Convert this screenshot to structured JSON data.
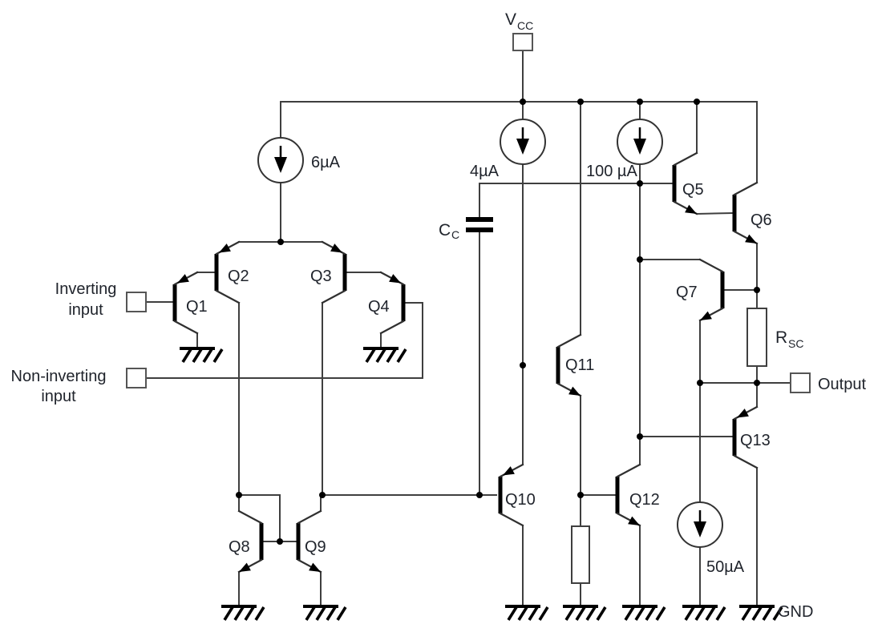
{
  "schematic": {
    "power": {
      "vcc": {
        "name": "V",
        "sub": "CC"
      },
      "gnd_label": "GND"
    },
    "terminals": {
      "inverting": {
        "line1": "Inverting",
        "line2": "input"
      },
      "non_inverting": {
        "line1": "Non-inverting",
        "line2": "input"
      },
      "output": {
        "label": "Output"
      }
    },
    "current_sources": {
      "input_stage_bias": {
        "value": "6µA"
      },
      "second_stage_bias": {
        "value": "4µA"
      },
      "output_stage_bias": {
        "value": "100 µA"
      },
      "sink_bias": {
        "value": "50µA"
      }
    },
    "transistors": {
      "q1": "Q1",
      "q2": "Q2",
      "q3": "Q3",
      "q4": "Q4",
      "q5": "Q5",
      "q6": "Q6",
      "q7": "Q7",
      "q8": "Q8",
      "q9": "Q9",
      "q10": "Q10",
      "q11": "Q11",
      "q12": "Q12",
      "q13": "Q13"
    },
    "capacitor": {
      "name": "C",
      "sub": "C"
    },
    "resistor": {
      "name": "R",
      "sub": "SC"
    },
    "colors": {
      "wire": "#3f3f3f",
      "device": "#000000",
      "label": "#20242c"
    }
  }
}
